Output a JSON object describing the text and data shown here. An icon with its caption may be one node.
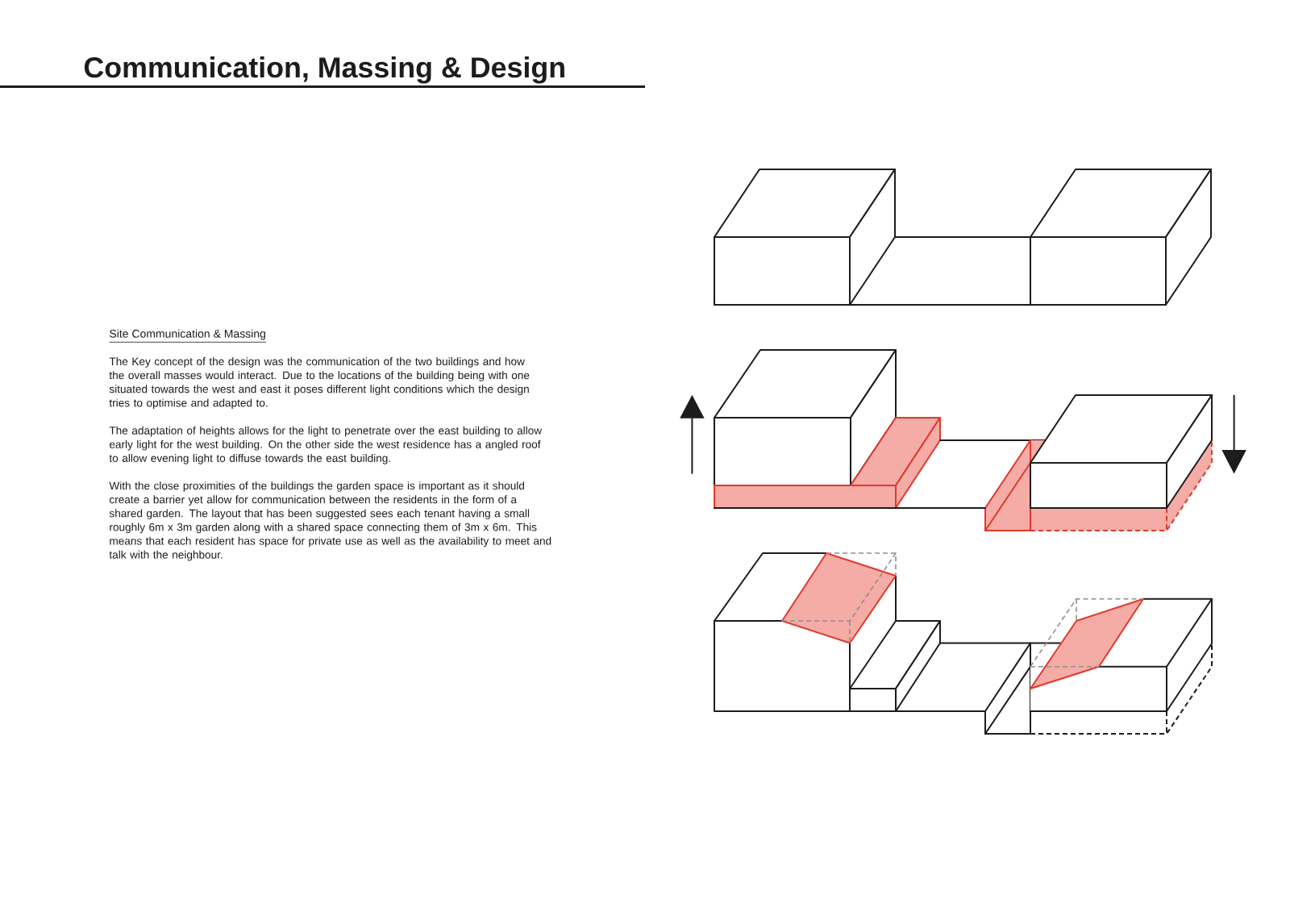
{
  "diagram": {
    "title": "Communication, Massing & Design",
    "labels": [
      "Site Communication & Massing",
      "The Key concept of the design was the communication of the two buildings and how the overall masses would interact. Due to the locations of the building being with one situated towards the west and east it poses different light conditions which the design tries to optimise and adapted to.",
      "The adaptation of heights allows for the light to penetrate over the east building to allow early light for the west building. On the other side the west residence has a angled roof to allow evening light to diffuse towards the east building.",
      "With the close proximities of the buildings the garden space is important as it should create a barrier yet allow for communication between the residents in the form of a shared garden. The layout that has been suggested sees each tenant having a small roughly 6m x 3m garden along with a shared space connecting them of 3m x 6m. This means that each resident has space for private use as well as the availability to meet and talk with the neighbour."
    ]
  }
}
